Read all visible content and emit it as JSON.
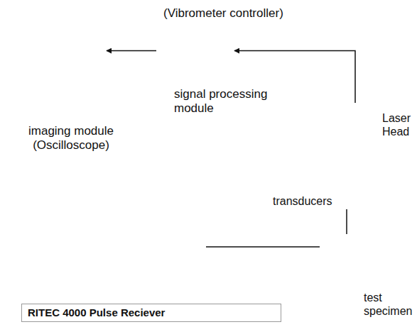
{
  "diagram": {
    "nodes": [
      {
        "text": [
          "imaging module (Oscilloscope)"
        ]
      },
      {
        "text": [
          "(Vibrometer controller)",
          "signal processing module"
        ]
      },
      {
        "text": [
          "Laser Head"
        ]
      },
      {
        "text": [
          "RITEC 4000 Pulse Reciever"
        ]
      },
      {
        "text": [
          "transducers"
        ]
      },
      {
        "text": [
          "test specimen"
        ]
      }
    ],
    "edges": [
      {
        "from": 1,
        "to": 0,
        "arrow": "to"
      },
      {
        "from": 2,
        "to": 1,
        "arrow": "to"
      },
      {
        "from": 3,
        "to": 4,
        "arrow": "none"
      },
      {
        "from": 2,
        "to": 5,
        "arrow": "none"
      }
    ]
  }
}
